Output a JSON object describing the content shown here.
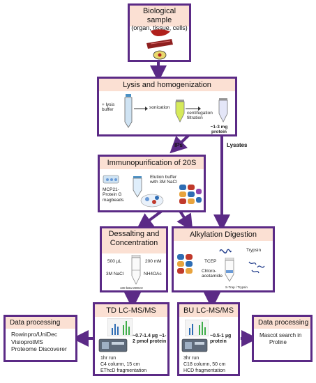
{
  "sample": {
    "title": "Biological sample",
    "subtitle": "(organ, tissue, cells)"
  },
  "lysis": {
    "title": "Lysis and homogenization",
    "add_buffer": "+ lysis buffer",
    "sonication": "sonication",
    "centrifugation": "centifugation filtration",
    "amount": "~1-3 mg protein"
  },
  "edge_labels": {
    "ips": "IPs",
    "lysates": "Lysates"
  },
  "immuno": {
    "title": "Immunopurification of 20S",
    "beads": "MCP21- Protein G magbeads",
    "elution": "Elution buffer with 3M NaCl"
  },
  "desalt": {
    "title": "Dessalting and Concentration",
    "vol": "500 µL",
    "nacl": "3M NaCl",
    "buffer_vol": "200 mM",
    "buffer": "NH4OAc",
    "filter": "100 kDa MWCO"
  },
  "alkyl": {
    "title": "Alkylation Digestion",
    "tcep": "TCEP",
    "chloro": "Chloro- acetamide",
    "trypsin": "Trypsin",
    "strap": "S-Trap / Trypsin"
  },
  "td": {
    "title": "TD LC-MS/MS",
    "amount": "~0.7-1.4 µg ~1-2 pmol protein",
    "run": "1hr run",
    "column": "C4 column, 15 cm",
    "frag": "EThcD fragmentation"
  },
  "bu": {
    "title": "BU LC-MS/MS",
    "amount": "~0.5-1 µg protein",
    "run": "3hr run",
    "column": "C18 column, 50 cm",
    "frag": "HCD fragmentation"
  },
  "dp_left": {
    "title": "Data processing",
    "line1": "Rowinpro/UniDec",
    "line2": "VisioprotMS",
    "line3": "Proteome Discoverer"
  },
  "dp_right": {
    "title": "Data processing",
    "line1": "Mascot search in",
    "line2": "Proline"
  },
  "colors": {
    "frame": "#5b2a86",
    "header": "#fbe0d3"
  }
}
